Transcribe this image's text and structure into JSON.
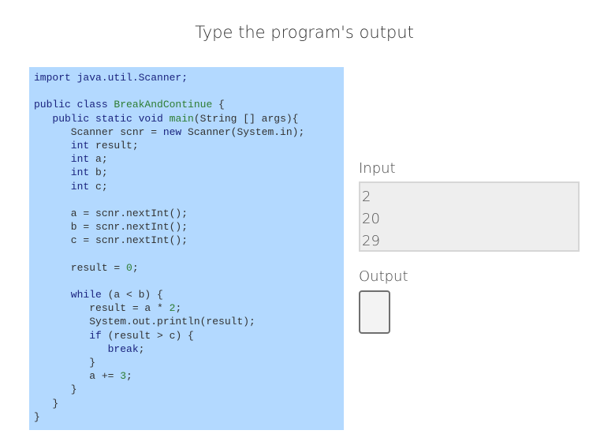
{
  "title": "Type the program's output",
  "code": {
    "lines": [
      [
        {
          "t": "import java.util.Scanner;",
          "c": "kw"
        }
      ],
      [],
      [
        {
          "t": "public class ",
          "c": "kw"
        },
        {
          "t": "BreakAndContinue",
          "c": "cls"
        },
        {
          "t": " {",
          "c": ""
        }
      ],
      [
        {
          "t": "   public static void ",
          "c": "kw"
        },
        {
          "t": "main",
          "c": "cls"
        },
        {
          "t": "(String [] args){",
          "c": ""
        }
      ],
      [
        {
          "t": "      Scanner scnr = ",
          "c": ""
        },
        {
          "t": "new",
          "c": "kw"
        },
        {
          "t": " Scanner(System.in);",
          "c": ""
        }
      ],
      [
        {
          "t": "      int",
          "c": "kw"
        },
        {
          "t": " result;",
          "c": ""
        }
      ],
      [
        {
          "t": "      int",
          "c": "kw"
        },
        {
          "t": " a;",
          "c": ""
        }
      ],
      [
        {
          "t": "      int",
          "c": "kw"
        },
        {
          "t": " b;",
          "c": ""
        }
      ],
      [
        {
          "t": "      int",
          "c": "kw"
        },
        {
          "t": " c;",
          "c": ""
        }
      ],
      [],
      [
        {
          "t": "      a = scnr.nextInt();",
          "c": ""
        }
      ],
      [
        {
          "t": "      b = scnr.nextInt();",
          "c": ""
        }
      ],
      [
        {
          "t": "      c = scnr.nextInt();",
          "c": ""
        }
      ],
      [],
      [
        {
          "t": "      result = ",
          "c": ""
        },
        {
          "t": "0",
          "c": "num"
        },
        {
          "t": ";",
          "c": ""
        }
      ],
      [],
      [
        {
          "t": "      while",
          "c": "kw"
        },
        {
          "t": " (a < b) {",
          "c": ""
        }
      ],
      [
        {
          "t": "         result = a * ",
          "c": ""
        },
        {
          "t": "2",
          "c": "num"
        },
        {
          "t": ";",
          "c": ""
        }
      ],
      [
        {
          "t": "         System.out.println(result);",
          "c": ""
        }
      ],
      [
        {
          "t": "         if",
          "c": "kw"
        },
        {
          "t": " (result > c) {",
          "c": ""
        }
      ],
      [
        {
          "t": "            break",
          "c": "kw"
        },
        {
          "t": ";",
          "c": ""
        }
      ],
      [
        {
          "t": "         }",
          "c": ""
        }
      ],
      [
        {
          "t": "         a += ",
          "c": ""
        },
        {
          "t": "3",
          "c": "num"
        },
        {
          "t": ";",
          "c": ""
        }
      ],
      [
        {
          "t": "      }",
          "c": ""
        }
      ],
      [
        {
          "t": "   }",
          "c": ""
        }
      ],
      [
        {
          "t": "}",
          "c": ""
        }
      ]
    ]
  },
  "input": {
    "label": "Input",
    "values": [
      "2",
      "20",
      "29"
    ]
  },
  "output": {
    "label": "Output",
    "value": ""
  }
}
